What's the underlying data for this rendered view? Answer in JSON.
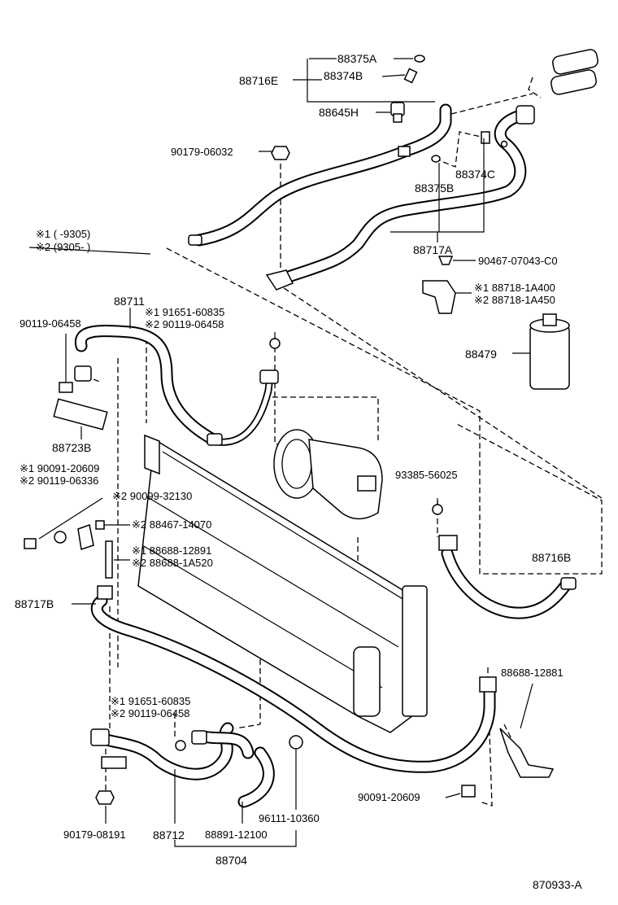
{
  "legend": {
    "line1": "※1  (      -9305)",
    "line2": "※2  (9305-        )"
  },
  "labels": {
    "p88716E": "88716E",
    "p88375A": "88375A",
    "p88374B": "88374B",
    "p88645H": "88645H",
    "p90179_06032": "90179-06032",
    "p88374C": "88374C",
    "p88375B": "88375B",
    "p88717A": "88717A",
    "p90467": "90467-07043-C0",
    "p88718_1": "※1  88718-1A400",
    "p88718_2": "※2  88718-1A450",
    "p88479": "88479",
    "p88711": "88711",
    "p90119_06458": "90119-06458",
    "p91651_1": "※1  91651-60835",
    "p91651_2": "※2  90119-06458",
    "p88723B": "88723B",
    "p90091_1": "※1  90091-20609",
    "p90091_2": "※2  90119-06336",
    "p90099": "※2  90099-32130",
    "p88467": "※2  88467-14070",
    "p88688_1": "※1  88688-12891",
    "p88688_2": "※2  88688-1A520",
    "p93385": "93385-56025",
    "p88716B": "88716B",
    "p88717B": "88717B",
    "p88688_12881": "88688-12881",
    "p91651b_1": "※1  91651-60835",
    "p91651b_2": "※2  90119-06458",
    "p90091_20609": "90091-20609",
    "p96111": "96111-10360",
    "p90179_08191": "90179-08191",
    "p88712": "88712",
    "p88891": "88891-12100",
    "p88704": "88704",
    "drawing_no": "870933-A"
  }
}
